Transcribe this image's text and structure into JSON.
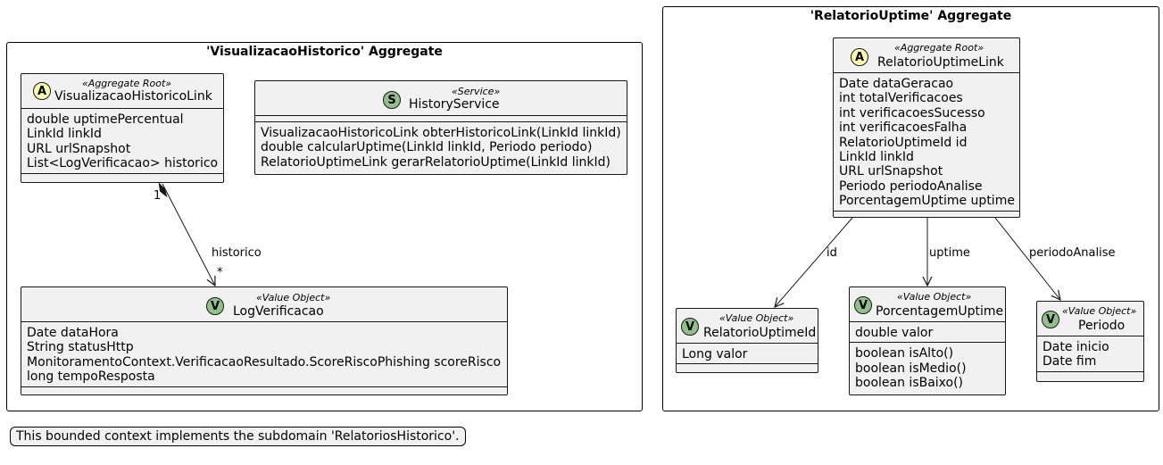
{
  "packages": {
    "historico": {
      "title": "'VisualizacaoHistorico' Aggregate"
    },
    "uptime": {
      "title": "'RelatorioUptime' Aggregate"
    }
  },
  "classes": {
    "visualizacao": {
      "badge": "A",
      "stereotype": "«Aggregate Root»",
      "name": "VisualizacaoHistoricoLink",
      "attributes": [
        "double uptimePercentual",
        "LinkId linkId",
        "URL urlSnapshot",
        "List<LogVerificacao> historico"
      ],
      "methods": []
    },
    "history_service": {
      "badge": "S",
      "stereotype": "«Service»",
      "name": "HistoryService",
      "attributes": [],
      "methods": [
        "VisualizacaoHistoricoLink obterHistoricoLink(LinkId linkId)",
        "double calcularUptime(LinkId linkId, Periodo periodo)",
        "RelatorioUptimeLink gerarRelatorioUptime(LinkId linkId)"
      ]
    },
    "log_verificacao": {
      "badge": "V",
      "stereotype": "«Value Object»",
      "name": "LogVerificacao",
      "attributes": [
        "Date dataHora",
        "String statusHttp",
        "MonitoramentoContext.VerificacaoResultado.ScoreRiscoPhishing scoreRisco",
        "long tempoResposta"
      ],
      "methods": []
    },
    "relatorio_link": {
      "badge": "A",
      "stereotype": "«Aggregate Root»",
      "name": "RelatorioUptimeLink",
      "attributes": [
        "Date dataGeracao",
        "int totalVerificacoes",
        "int verificacoesSucesso",
        "int verificacoesFalha",
        "RelatorioUptimeId id",
        "LinkId linkId",
        "URL urlSnapshot",
        "Periodo periodoAnalise",
        "PorcentagemUptime uptime"
      ],
      "methods": []
    },
    "relatorio_id": {
      "badge": "V",
      "stereotype": "«Value Object»",
      "name": "RelatorioUptimeId",
      "attributes": [
        "Long valor"
      ],
      "methods": []
    },
    "porcentagem": {
      "badge": "V",
      "stereotype": "«Value Object»",
      "name": "PorcentagemUptime",
      "attributes": [
        "double valor"
      ],
      "methods": [
        "boolean isAlto()",
        "boolean isMedio()",
        "boolean isBaixo()"
      ]
    },
    "periodo": {
      "badge": "V",
      "stereotype": "«Value Object»",
      "name": "Periodo",
      "attributes": [
        "Date inicio",
        "Date fim"
      ],
      "methods": []
    }
  },
  "relations": {
    "historico": {
      "label": "historico",
      "source_mult": "1",
      "target_mult": "*"
    },
    "id": {
      "label": "id"
    },
    "uptime": {
      "label": "uptime"
    },
    "periodo": {
      "label": "periodoAnalise"
    }
  },
  "note": {
    "text": "This bounded context implements the subdomain 'RelatoriosHistorico'."
  }
}
